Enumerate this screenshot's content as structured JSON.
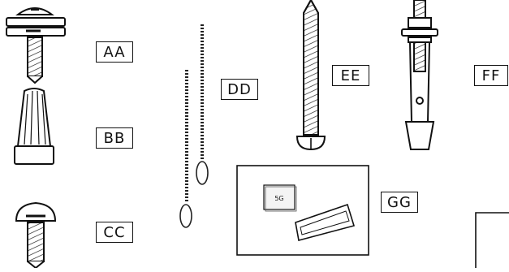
{
  "labels": {
    "aa": "AA",
    "bb": "BB",
    "cc": "CC",
    "dd": "DD",
    "ee": "EE",
    "ff": "FF",
    "gg": "GG"
  },
  "packet_text": "5G",
  "icons": [
    "screw-with-washer-icon",
    "wire-nut-icon",
    "machine-screw-icon",
    "pull-chain-icon",
    "wood-screw-icon",
    "anchor-bolt-icon",
    "shim-packet-icon"
  ]
}
